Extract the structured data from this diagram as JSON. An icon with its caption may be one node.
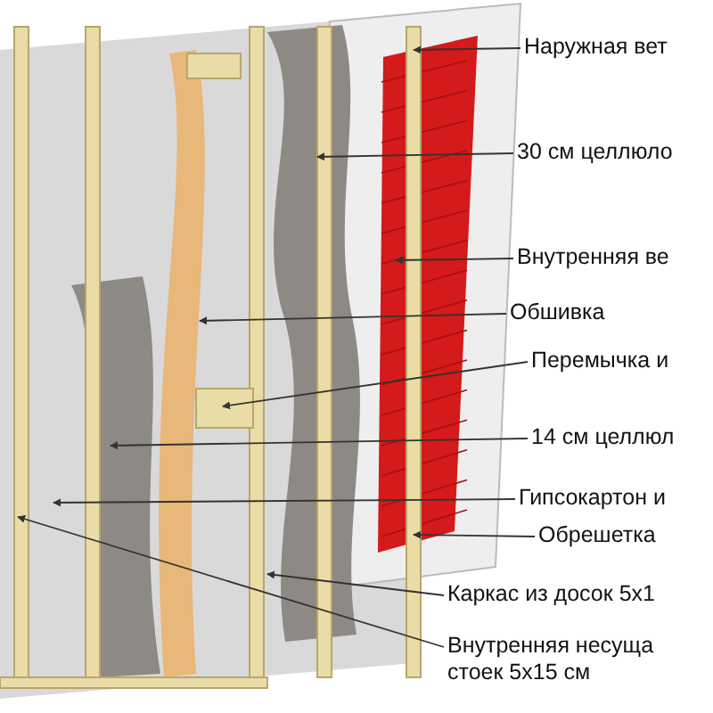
{
  "diagram": {
    "nodes": [
      {
        "text": [
          "Наружная вет"
        ]
      },
      {
        "text": [
          "30 см целлюло"
        ]
      },
      {
        "text": [
          "Внутренняя ве"
        ]
      },
      {
        "text": [
          "Обшивка"
        ]
      },
      {
        "text": [
          "Перемычка и"
        ]
      },
      {
        "text": [
          "14 см целлюл"
        ]
      },
      {
        "text": [
          "Гипсокартон и"
        ]
      },
      {
        "text": [
          "Обрешетка"
        ]
      },
      {
        "text": [
          "Каркас из досок 5х1"
        ]
      },
      {
        "text": [
          "Внутренняя несуща стоек 5х15 см"
        ]
      }
    ],
    "edges": [
      {
        "from": 0,
        "to": null,
        "arrow": "to"
      },
      {
        "from": 1,
        "to": null,
        "arrow": "to"
      },
      {
        "from": 2,
        "to": null,
        "arrow": "to"
      },
      {
        "from": 3,
        "to": null,
        "arrow": "to"
      },
      {
        "from": 4,
        "to": null,
        "arrow": "to"
      },
      {
        "from": 5,
        "to": null,
        "arrow": "to"
      },
      {
        "from": 6,
        "to": null,
        "arrow": "to"
      },
      {
        "from": 7,
        "to": null,
        "arrow": "to"
      },
      {
        "from": 8,
        "to": null,
        "arrow": "to"
      },
      {
        "from": 9,
        "to": null,
        "arrow": "to"
      }
    ]
  }
}
